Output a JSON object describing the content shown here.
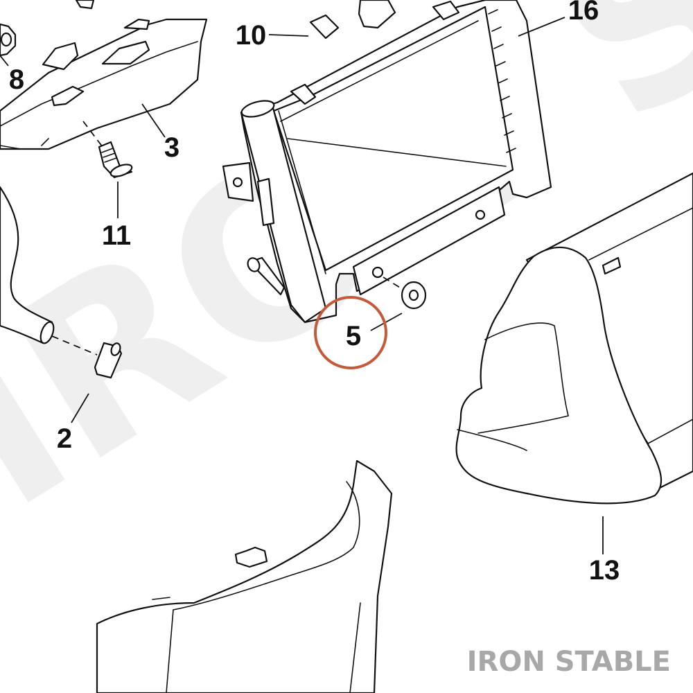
{
  "callouts": {
    "c2": "2",
    "c3": "3",
    "c5": "5",
    "c8": "8",
    "c10": "10",
    "c11": "11",
    "c13": "13",
    "c16": "16"
  },
  "watermark": {
    "large_text": "IRON STABLE",
    "corner_text": "IRON STABLE"
  },
  "colors": {
    "highlight_ring": "#c55a3a",
    "line": "#111111",
    "watermark": "#efefef",
    "corner_watermark": "#a8a8a8"
  }
}
